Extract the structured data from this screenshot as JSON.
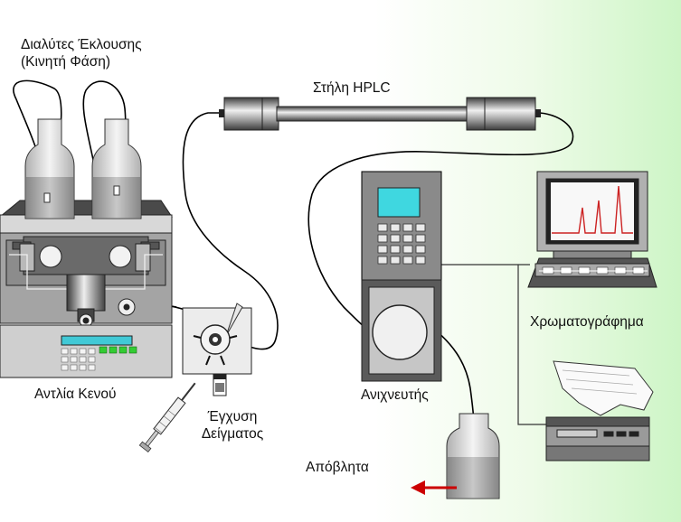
{
  "labels": {
    "solvents_line1": "Διαλύτες Έκλουσης",
    "solvents_line2": "(Κινητή Φάση)",
    "column": "Στήλη HPLC",
    "pump": "Αντλία Κενού",
    "injection_line1": "Έγχυση",
    "injection_line2": "Δείγματος",
    "detector": "Ανιχνευτής",
    "chromatogram": "Χρωματογράφημα",
    "waste": "Απόβλητα"
  },
  "colors": {
    "tubing": "#000000",
    "metal_dark": "#555555",
    "metal_light": "#e0e0e0",
    "equipment_gray": "#9a9a9a",
    "detector_screen": "#3fd7e0",
    "pump_display": "#41c9d6",
    "pump_buttons_green": "#33cc33",
    "chromatogram_peaks": "#cc2222",
    "waste_arrow": "#cc0000",
    "liquid": "#a8a8a8"
  },
  "icons": [
    "solvent-bottle-icon",
    "vacuum-pump-icon",
    "injection-valve-icon",
    "syringe-icon",
    "hplc-column-icon",
    "detector-icon",
    "computer-monitor-icon",
    "keyboard-icon",
    "printer-icon",
    "waste-bottle-icon",
    "arrow-icon"
  ]
}
